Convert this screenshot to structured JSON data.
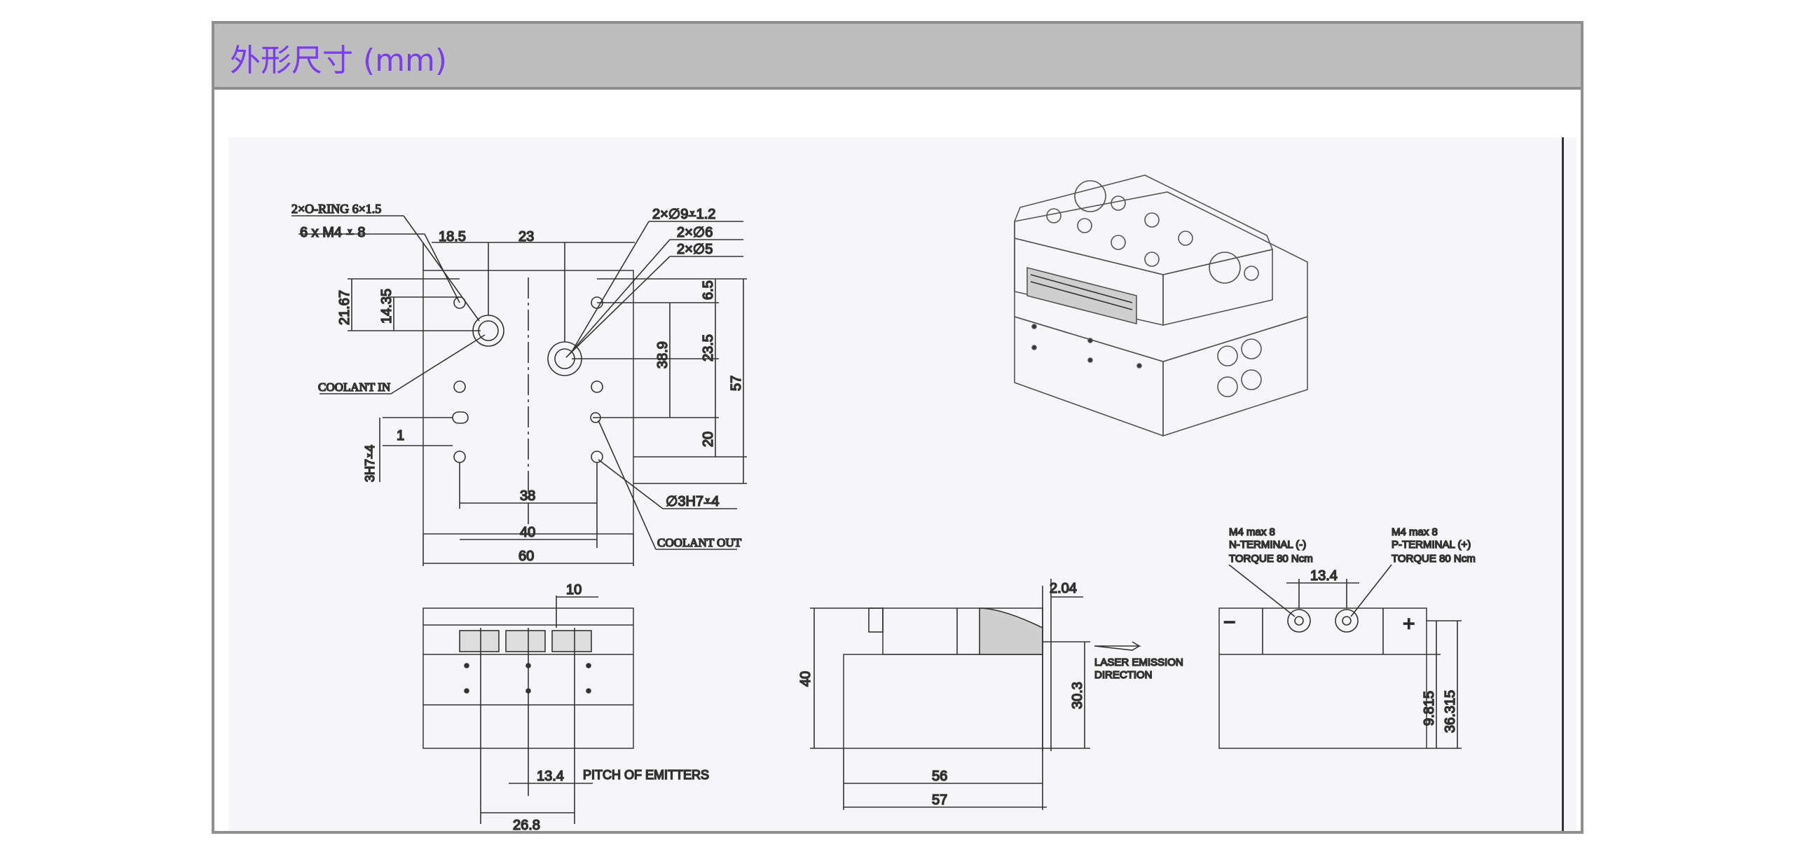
{
  "header": {
    "title": "外形尺寸 (mm)"
  },
  "top_view": {
    "oring": "2×O-RING 6×1.5",
    "m4": "6 x  M4 ⩡ 8",
    "d9": "2×∅9⩡1.2",
    "d6": "2×∅6",
    "d5": "2×∅5",
    "coolant_in": "COOLANT  IN",
    "coolant_out": "COOLANT  OUT",
    "h7": "∅3H7⩡4",
    "h7_side": "3H7⩡4",
    "dims": [
      "18.5",
      "23",
      "21.67",
      "14.35",
      "6.5",
      "38.9",
      "23.5",
      "57",
      "20",
      "1",
      "38",
      "40",
      "60"
    ]
  },
  "front_view": {
    "dims": [
      "10",
      "13.4",
      "26.8"
    ],
    "pitch": "PITCH OF EMITTERS"
  },
  "side_view": {
    "dims": [
      "2.04",
      "40",
      "30.3",
      "56",
      "57"
    ],
    "laser1": "LASER EMISSION",
    "laser2": "DIRECTION"
  },
  "rear_view": {
    "n_terminal": [
      "M4 max 8",
      "N-TERMINAL (-)",
      "TORQUE 80 Ncm"
    ],
    "p_terminal": [
      "M4 max 8",
      "P-TERMINAL (+)",
      "TORQUE 80 Ncm"
    ],
    "dims": [
      "13.4",
      "9.815",
      "36.315"
    ],
    "minus": "−",
    "plus": "+"
  }
}
